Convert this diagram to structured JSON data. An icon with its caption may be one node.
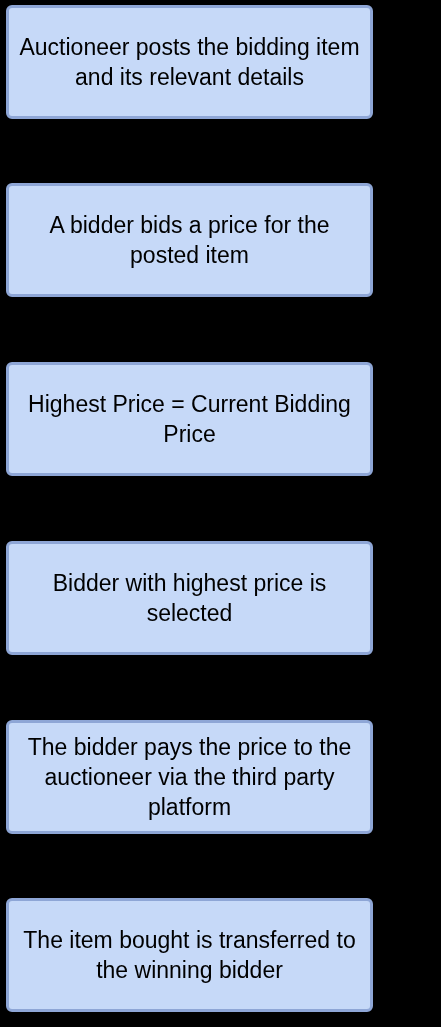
{
  "diagram": {
    "nodes": [
      {
        "text": [
          "Auctioneer posts the bidding item and its relevant details"
        ]
      },
      {
        "text": [
          "A bidder bids a price for the posted item"
        ]
      },
      {
        "text": [
          "Highest Price = Current Bidding Price"
        ]
      },
      {
        "text": [
          "Bidder with highest price is selected"
        ]
      },
      {
        "text": [
          "The bidder pays the price to the auctioneer via the third party platform"
        ]
      },
      {
        "text": [
          "The item bought is transferred to the winning bidder"
        ]
      }
    ]
  }
}
